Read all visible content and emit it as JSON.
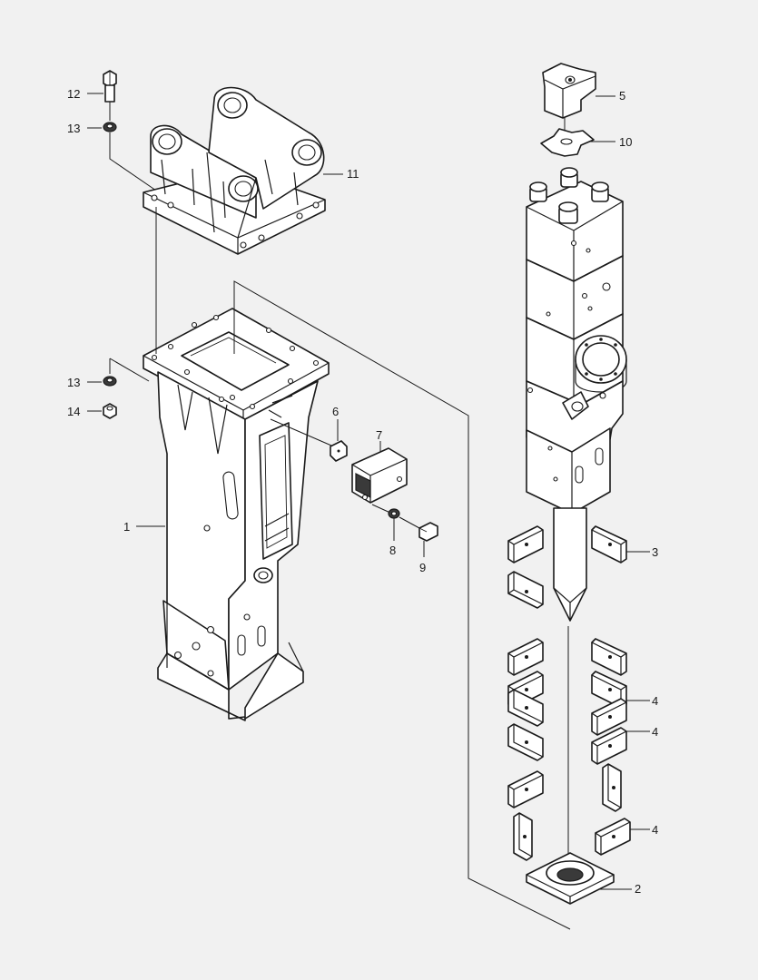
{
  "callouts": {
    "c1": "1",
    "c2": "2",
    "c3": "3",
    "c4a": "4",
    "c4b": "4",
    "c4c": "4",
    "c5": "5",
    "c6": "6",
    "c7": "7",
    "c8": "8",
    "c9": "9",
    "c10": "10",
    "c11": "11",
    "c12": "12",
    "c13a": "13",
    "c13b": "13",
    "c14": "14"
  }
}
